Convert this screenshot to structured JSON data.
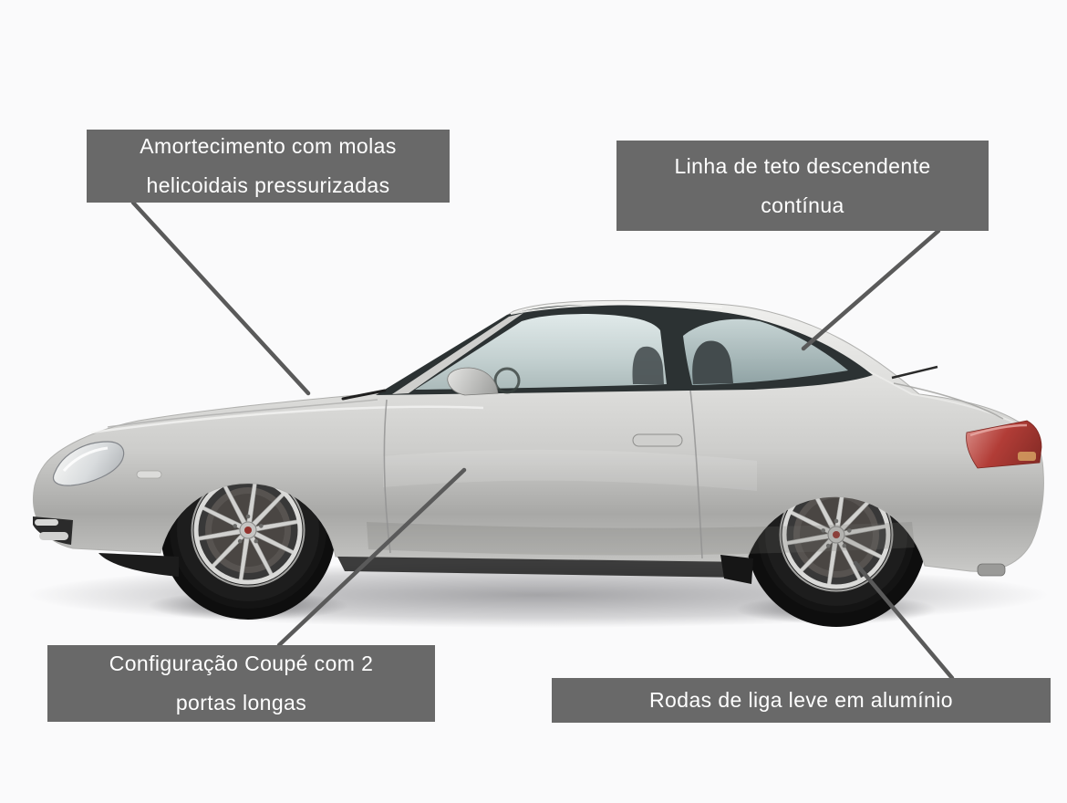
{
  "annotations": {
    "labels": [
      {
        "id": "suspension",
        "lines": [
          "Amortecimento com molas",
          "helicoidais pressurizadas"
        ]
      },
      {
        "id": "roofline",
        "lines": [
          "Linha de teto descendente",
          "contínua"
        ]
      },
      {
        "id": "coupe",
        "lines": [
          "Configuração Coupé com 2",
          "portas longas"
        ]
      },
      {
        "id": "wheels",
        "lines": [
          "Rodas de liga leve em alumínio"
        ]
      }
    ]
  },
  "colors": {
    "background": "#fafafb",
    "label_background": "#696969",
    "label_text": "#ffffff",
    "connector_line": "#5a5a5a",
    "car_body_silver": "#cfcfcd",
    "glass": "#c2cfcf",
    "tire": "#141414",
    "rim": "#c9c9c7",
    "taillight_red": "#b23d37"
  }
}
